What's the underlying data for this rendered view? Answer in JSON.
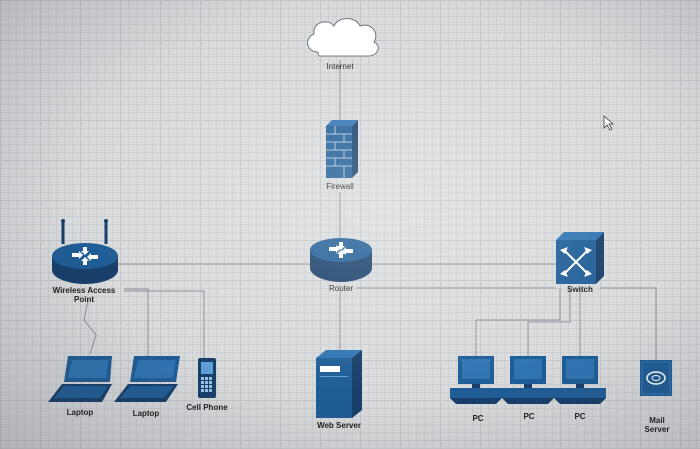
{
  "diagram": {
    "nodes": {
      "internet": "Internet",
      "firewall": "Firewall",
      "router": "Router",
      "switch": "Switch",
      "wap_line1": "Wireless Access",
      "wap_line2": "Point",
      "laptop1": "Laptop",
      "laptop2": "Laptop",
      "cell_phone": "Cell Phone",
      "web_server": "Web Server",
      "pc1": "PC",
      "pc2": "PC",
      "pc3": "PC",
      "mail_line1": "Mail",
      "mail_line2": "Server"
    },
    "colors": {
      "device": "#1f5d96",
      "device_dark": "#173f6a",
      "wire": "#8a8f96",
      "cloud": "#ffffff"
    }
  }
}
